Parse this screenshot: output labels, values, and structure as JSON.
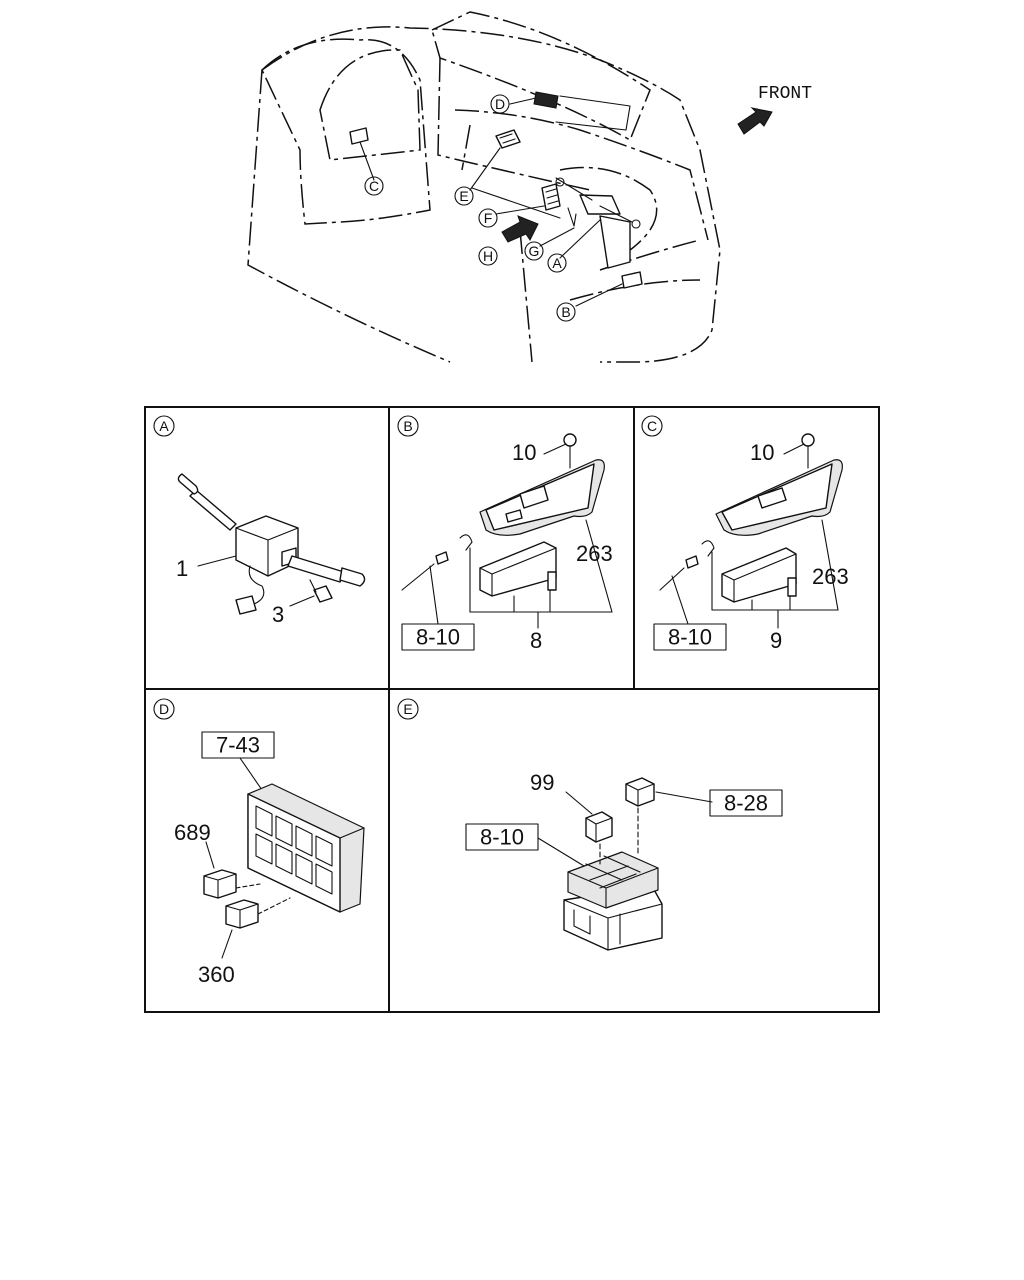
{
  "orientation_label": "FRONT",
  "overview_callouts": [
    "A",
    "B",
    "C",
    "D",
    "E",
    "F",
    "G",
    "H"
  ],
  "panels": {
    "A": {
      "letter": "A",
      "part_numbers": [
        "1",
        "3"
      ]
    },
    "B": {
      "letter": "B",
      "part_numbers": [
        "10",
        "263",
        "8"
      ],
      "reference": "8-10"
    },
    "C": {
      "letter": "C",
      "part_numbers": [
        "10",
        "263",
        "9"
      ],
      "reference": "8-10"
    },
    "D": {
      "letter": "D",
      "part_numbers": [
        "689",
        "360"
      ],
      "reference": "7-43"
    },
    "E": {
      "letter": "E",
      "part_numbers": [
        "99"
      ],
      "references": [
        "8-10",
        "8-28"
      ]
    }
  }
}
